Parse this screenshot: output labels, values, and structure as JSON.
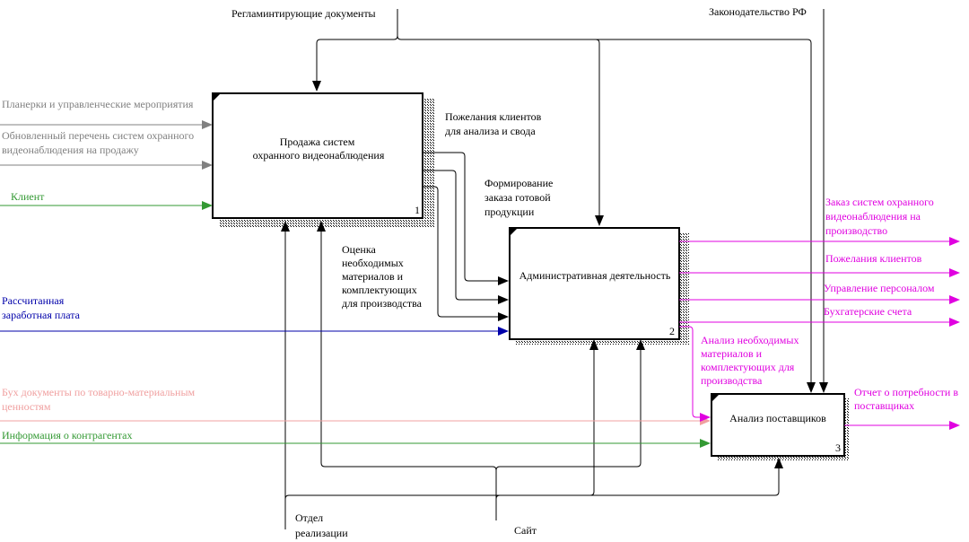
{
  "colors": {
    "black": "#000000",
    "gray": "#808080",
    "green": "#339933",
    "blue": "#0000aa",
    "pink": "#f0a0a0",
    "magenta": "#e000e0"
  },
  "blocks": [
    {
      "id": "b1",
      "title_lines": [
        "Продажа систем",
        "охранного видеонаблюдения"
      ],
      "number": "1"
    },
    {
      "id": "b2",
      "title_lines": [
        "Административная деятельность"
      ],
      "number": "2"
    },
    {
      "id": "b3",
      "title_lines": [
        "Анализ поставщиков"
      ],
      "number": "3"
    }
  ],
  "labels": {
    "regulating_docs": [
      "Регламинтирующие документы"
    ],
    "legislation": [
      "Законодательство РФ"
    ],
    "meetings": [
      "Планерки и управленческие мероприятия"
    ],
    "updated_list": [
      "Обновленный перечень систем охранного",
      "видеонаблюдения на продажу"
    ],
    "client": [
      "Клиент"
    ],
    "client_wishes_analysis": [
      "Пожелания клиентов",
      "для анализа и свода"
    ],
    "order_forming": [
      "Формирование",
      "заказа готовой",
      "продукции"
    ],
    "materials_estimate": [
      "Оценка",
      "необходимых",
      "материалов и",
      "комплектующих",
      "для производства"
    ],
    "salary": [
      "Рассчитанная",
      "заработная плата"
    ],
    "order_systems": [
      "Заказ систем охранного",
      "видеонаблюдения на",
      "производство"
    ],
    "client_wishes": [
      "Пожелания клиентов"
    ],
    "staff_management": [
      "Управление персоналом"
    ],
    "accounting": [
      "Бухгатерские счета"
    ],
    "materials_analysis": [
      "Анализ необходимых",
      "материалов и",
      "комплектующих для",
      "производства"
    ],
    "accounting_docs": [
      "Бух документы по товарно-материальным",
      "ценностям"
    ],
    "counterparty_info": [
      "Информация о контрагентах"
    ],
    "supplier_report": [
      "Отчет о потребности в",
      "поставщиках"
    ],
    "sales_dept": [
      "Отдел",
      "реализации"
    ],
    "site": [
      "Сайт"
    ]
  }
}
